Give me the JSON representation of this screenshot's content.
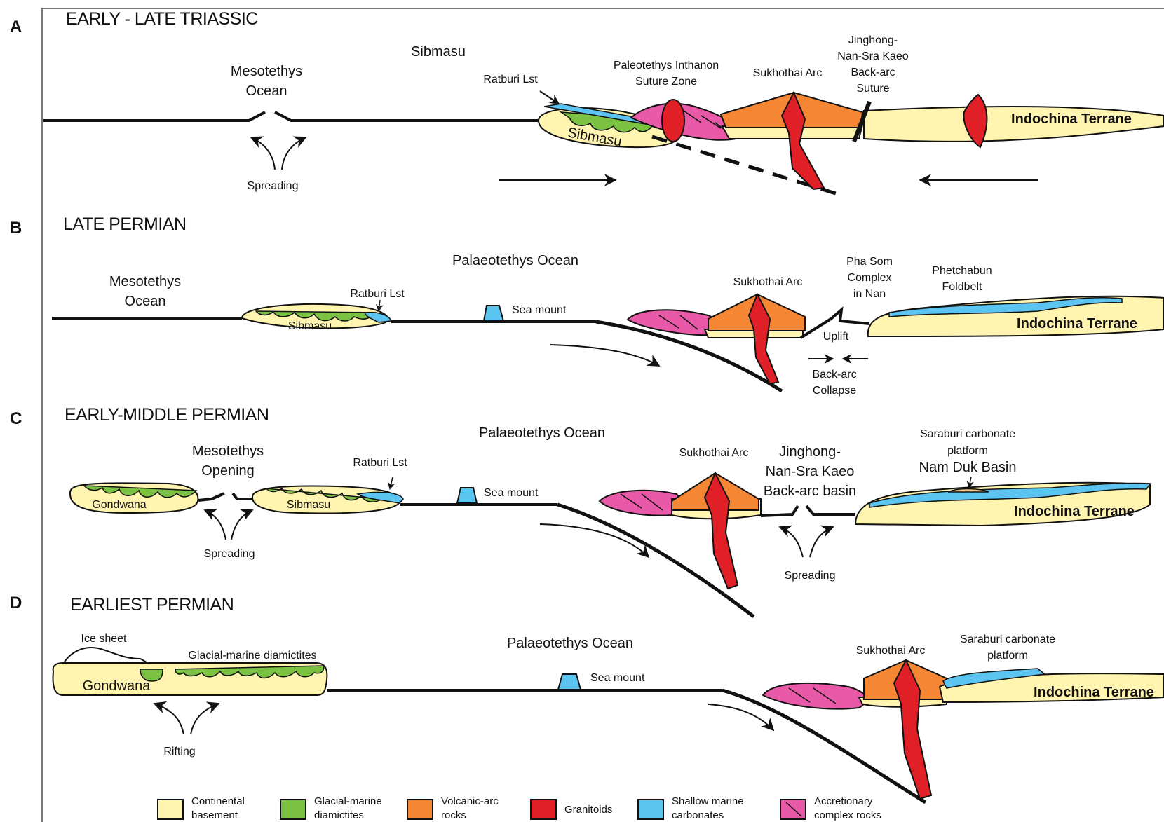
{
  "colors": {
    "continental": "#fff4b0",
    "glacial": "#7cc242",
    "volcanic": "#f58634",
    "granitoid": "#e01f26",
    "carbonate": "#5bc4f1",
    "accretionary": "#e85aa8",
    "line": "#111111"
  },
  "panels": {
    "a": {
      "letter": "A",
      "title": "EARLY - LATE TRIASSIC",
      "meso_l1": "Mesotethys",
      "meso_l2": "Ocean",
      "sibmasu_top": "Sibmasu",
      "ratburi": "Ratburi Lst",
      "paleo_l1": "Paleotethys Inthanon",
      "paleo_l2": "Suture Zone",
      "sukhothai": "Sukhothai Arc",
      "jing_l1": "Jinghong-",
      "jing_l2": "Nan-Sra Kaeo",
      "jing_l3": "Back-arc",
      "jing_l4": "Suture",
      "indochina": "Indochina Terrane",
      "sibmasu_block": "Sibmasu",
      "spreading": "Spreading"
    },
    "b": {
      "letter": "B",
      "title": "LATE PERMIAN",
      "meso_l1": "Mesotethys",
      "meso_l2": "Ocean",
      "palaeotethys": "Palaeotethys Ocean",
      "ratburi": "Ratburi Lst",
      "sibmasu": "Sibmasu",
      "seamount": "Sea mount",
      "sukhothai": "Sukhothai Arc",
      "pha_l1": "Pha Som",
      "pha_l2": "Complex",
      "pha_l3": "in Nan",
      "phet_l1": "Phetchabun",
      "phet_l2": "Foldbelt",
      "uplift": "Uplift",
      "collapse_l1": "Back-arc",
      "collapse_l2": "Collapse",
      "indochina": "Indochina Terrane"
    },
    "c": {
      "letter": "C",
      "title": "EARLY-MIDDLE PERMIAN",
      "meso_l1": "Mesotethys",
      "meso_l2": "Opening",
      "palaeotethys": "Palaeotethys Ocean",
      "ratburi": "Ratburi Lst",
      "gondwana": "Gondwana",
      "sibmasu": "Sibmasu",
      "seamount": "Sea mount",
      "sukhothai": "Sukhothai Arc",
      "jing_l1": "Jinghong-",
      "jing_l2": "Nan-Sra Kaeo",
      "jing_l3": "Back-arc basin",
      "sara_l1": "Saraburi carbonate",
      "sara_l2": "platform",
      "namduk": "Nam Duk Basin",
      "indochina": "Indochina Terrane",
      "spreading_left": "Spreading",
      "spreading_right": "Spreading"
    },
    "d": {
      "letter": "D",
      "title": "EARLIEST PERMIAN",
      "icesheet": "Ice sheet",
      "glacial": "Glacial-marine diamictites",
      "palaeotethys": "Palaeotethys Ocean",
      "gondwana": "Gondwana",
      "seamount": "Sea mount",
      "sukhothai": "Sukhothai Arc",
      "sara_l1": "Saraburi carbonate",
      "sara_l2": "platform",
      "indochina": "Indochina Terrane",
      "rifting": "Rifting"
    }
  },
  "legend": [
    {
      "l1": "Continental",
      "l2": "basement",
      "key": "continental"
    },
    {
      "l1": "Glacial-marine",
      "l2": "diamictites",
      "key": "glacial"
    },
    {
      "l1": "Volcanic-arc",
      "l2": "rocks",
      "key": "volcanic"
    },
    {
      "l1": "Granitoids",
      "l2": "",
      "key": "granitoid"
    },
    {
      "l1": "Shallow marine",
      "l2": "carbonates",
      "key": "carbonate"
    },
    {
      "l1": "Accretionary",
      "l2": "complex rocks",
      "key": "accretionary"
    }
  ]
}
